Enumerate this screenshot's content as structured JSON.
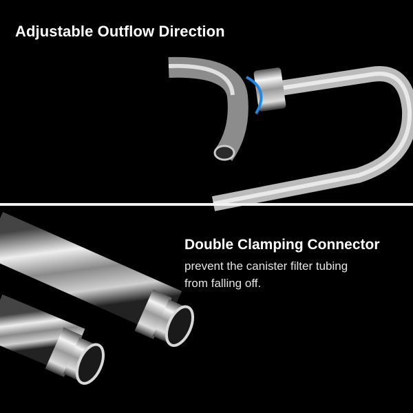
{
  "top_panel": {
    "heading": "Adjustable Outflow Direction"
  },
  "bottom_panel": {
    "heading": "Double Clamping Connector",
    "description_line1": "prevent the canister filter tubing",
    "description_line2": "from falling off."
  },
  "colors": {
    "background": "#000000",
    "text": "#ffffff",
    "rotate_arrow": "#1e88e5"
  }
}
